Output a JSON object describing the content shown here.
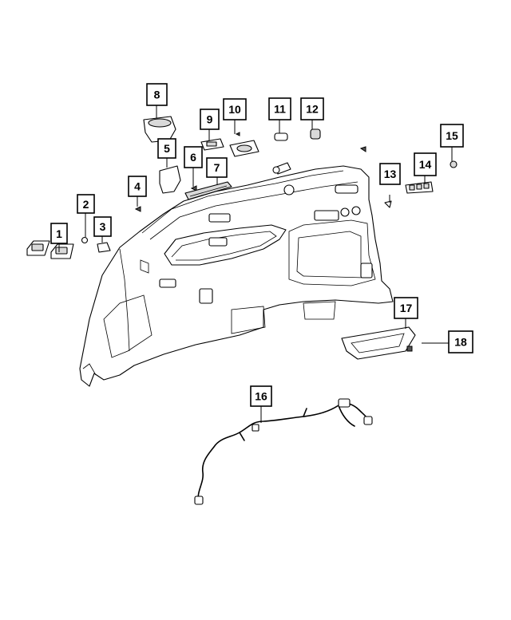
{
  "callouts": [
    {
      "id": "c1",
      "label": "1"
    },
    {
      "id": "c2",
      "label": "2"
    },
    {
      "id": "c3",
      "label": "3"
    },
    {
      "id": "c4",
      "label": "4"
    },
    {
      "id": "c5",
      "label": "5"
    },
    {
      "id": "c6",
      "label": "6"
    },
    {
      "id": "c7",
      "label": "7"
    },
    {
      "id": "c8",
      "label": "8"
    },
    {
      "id": "c9",
      "label": "9"
    },
    {
      "id": "c10",
      "label": "10"
    },
    {
      "id": "c11",
      "label": "11"
    },
    {
      "id": "c12",
      "label": "12"
    },
    {
      "id": "c13",
      "label": "13"
    },
    {
      "id": "c14",
      "label": "14"
    },
    {
      "id": "c15",
      "label": "15"
    },
    {
      "id": "c16",
      "label": "16"
    },
    {
      "id": "c17",
      "label": "17"
    },
    {
      "id": "c18",
      "label": "18"
    }
  ]
}
